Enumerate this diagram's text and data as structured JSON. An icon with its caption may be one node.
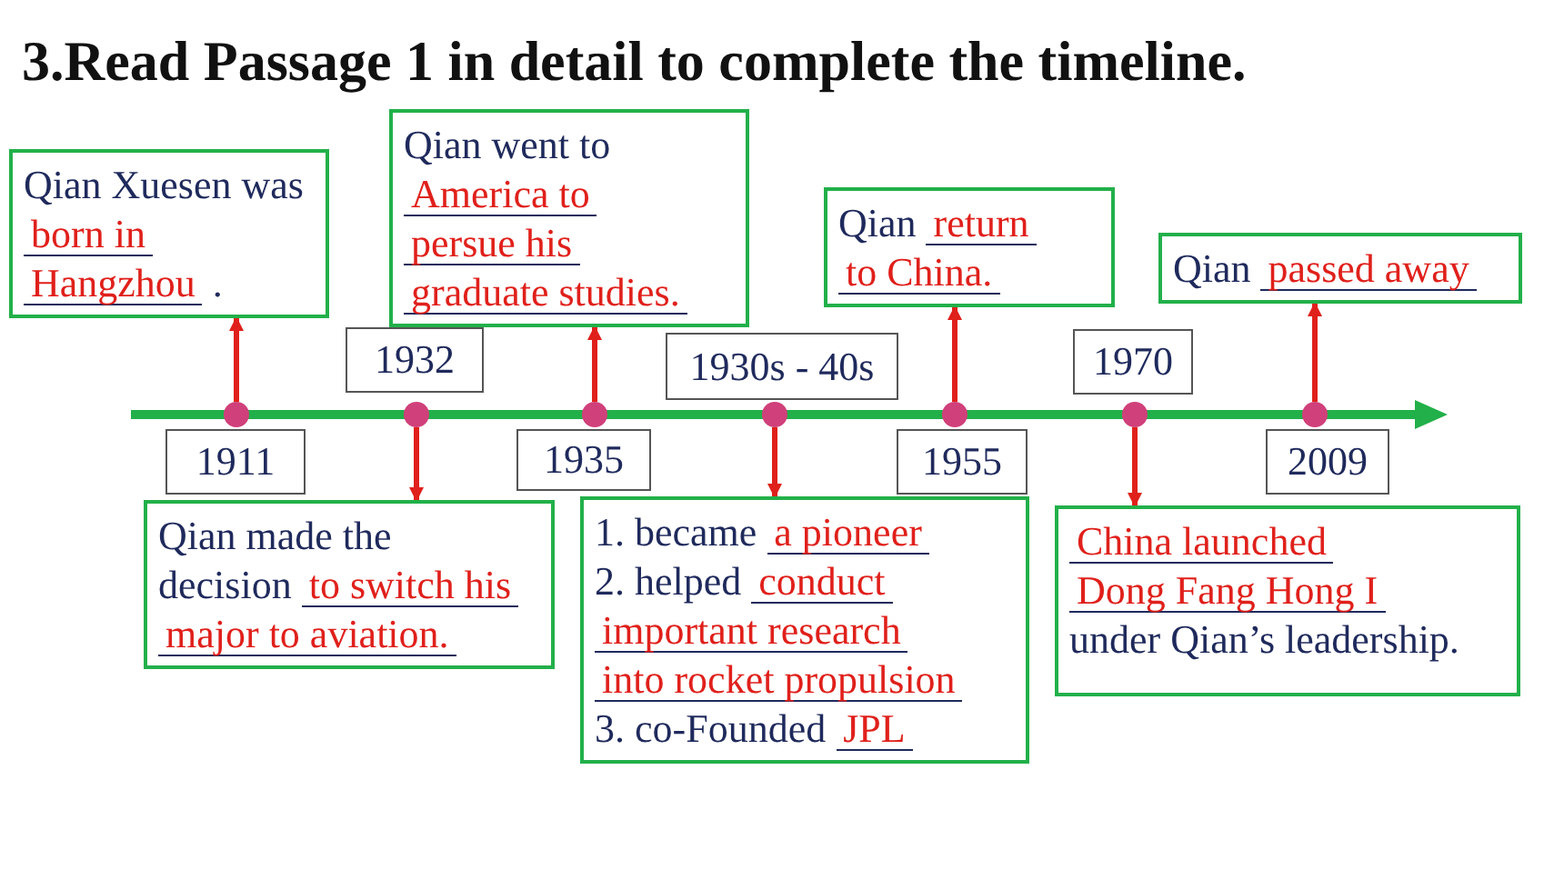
{
  "diagram": {
    "title": "3.Read Passage 1 in detail to complete the timeline.",
    "nodes": [
      {
        "text": [
          "Qian Xuesen was",
          "born in",
          "Hangzhou",
          "."
        ]
      },
      {
        "text": [
          "Qian went to",
          "America to",
          "persue his",
          "graduate studies."
        ]
      },
      {
        "text": [
          "Qian",
          "return",
          "to China."
        ]
      },
      {
        "text": [
          "Qian",
          "passed away"
        ]
      },
      {
        "text": [
          "1911"
        ]
      },
      {
        "text": [
          "1932"
        ]
      },
      {
        "text": [
          "1935"
        ]
      },
      {
        "text": [
          "1930s - 40s"
        ]
      },
      {
        "text": [
          "1955"
        ]
      },
      {
        "text": [
          "1970"
        ]
      },
      {
        "text": [
          "2009"
        ]
      },
      {
        "text": [
          "Qian made the",
          "decision",
          "to switch his",
          "major to aviation."
        ]
      },
      {
        "text": [
          "1. became",
          "a pioneer",
          "2. helped",
          "conduct",
          "important research",
          "into rocket propulsion",
          "3. co-Founded",
          "JPL"
        ]
      },
      {
        "text": [
          "China launched",
          "Dong Fang Hong I",
          "under Qian’s leadership."
        ]
      },
      {
        "text": [],
        "shape": "circle"
      },
      {
        "text": [],
        "shape": "circle"
      },
      {
        "text": [],
        "shape": "circle"
      },
      {
        "text": [],
        "shape": "circle"
      },
      {
        "text": [],
        "shape": "circle"
      },
      {
        "text": [],
        "shape": "circle"
      },
      {
        "text": [],
        "shape": "circle"
      }
    ],
    "edges": [
      {
        "from": 14,
        "to": 0,
        "arrow": "to"
      },
      {
        "from": 15,
        "to": 11,
        "arrow": "to"
      },
      {
        "from": 16,
        "to": 1,
        "arrow": "to"
      },
      {
        "from": 17,
        "to": 12,
        "arrow": "to"
      },
      {
        "from": 18,
        "to": 2,
        "arrow": "to"
      },
      {
        "from": 19,
        "to": 13,
        "arrow": "to"
      },
      {
        "from": 20,
        "to": 3,
        "arrow": "to"
      }
    ]
  }
}
